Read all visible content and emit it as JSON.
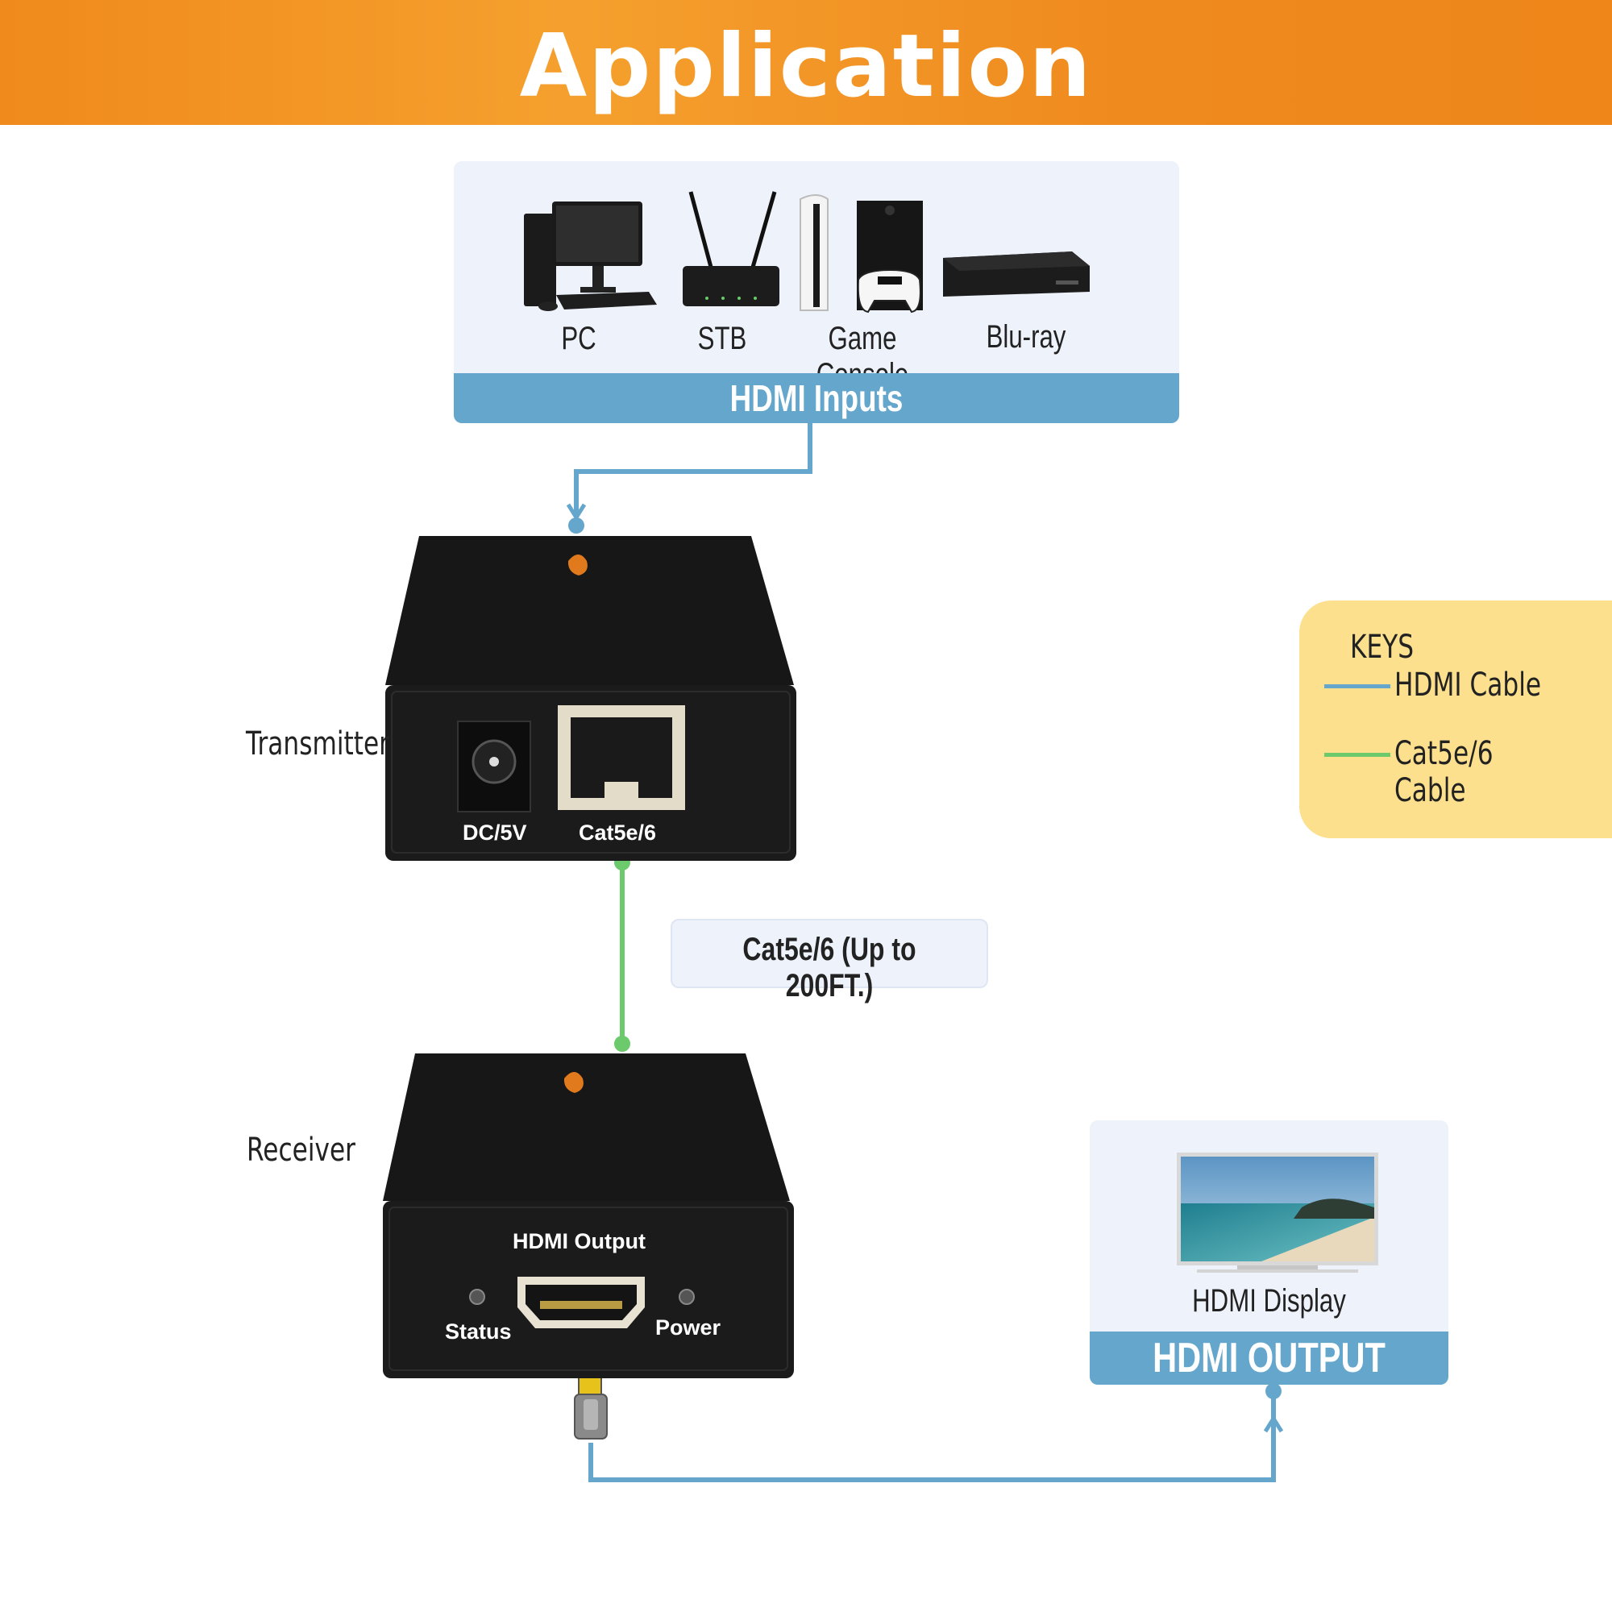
{
  "title": "Application",
  "inputs": {
    "devices": [
      {
        "label": "PC",
        "icon": "pc-icon"
      },
      {
        "label": "STB",
        "icon": "router-icon"
      },
      {
        "label": "Game Console",
        "icon": "game-console-icon"
      },
      {
        "label": "Blu-ray",
        "icon": "bluray-player-icon"
      }
    ],
    "bar_label": "HDMI Inputs"
  },
  "transmitter": {
    "side_label": "Transmitter",
    "port_dc": "DC/5V",
    "port_cat": "Cat5e/6"
  },
  "cable": {
    "label": "Cat5e/6 (Up to 200FT.)"
  },
  "receiver": {
    "side_label": "Receiver",
    "port_hdmi": "HDMI Output",
    "led_status": "Status",
    "led_power": "Power"
  },
  "output": {
    "display_label": "HDMI Display",
    "bar_label": "HDMI OUTPUT"
  },
  "keys": {
    "title": "KEYS",
    "items": [
      {
        "label": "HDMI Cable",
        "color": "#65a6cc"
      },
      {
        "label": "Cat5e/6 Cable",
        "color": "#6cc96c"
      }
    ]
  },
  "colors": {
    "hdmi_line": "#65a6cc",
    "cat_line": "#6cc96c",
    "banner": "#f08a1c",
    "keys_bg": "#fce08d"
  }
}
